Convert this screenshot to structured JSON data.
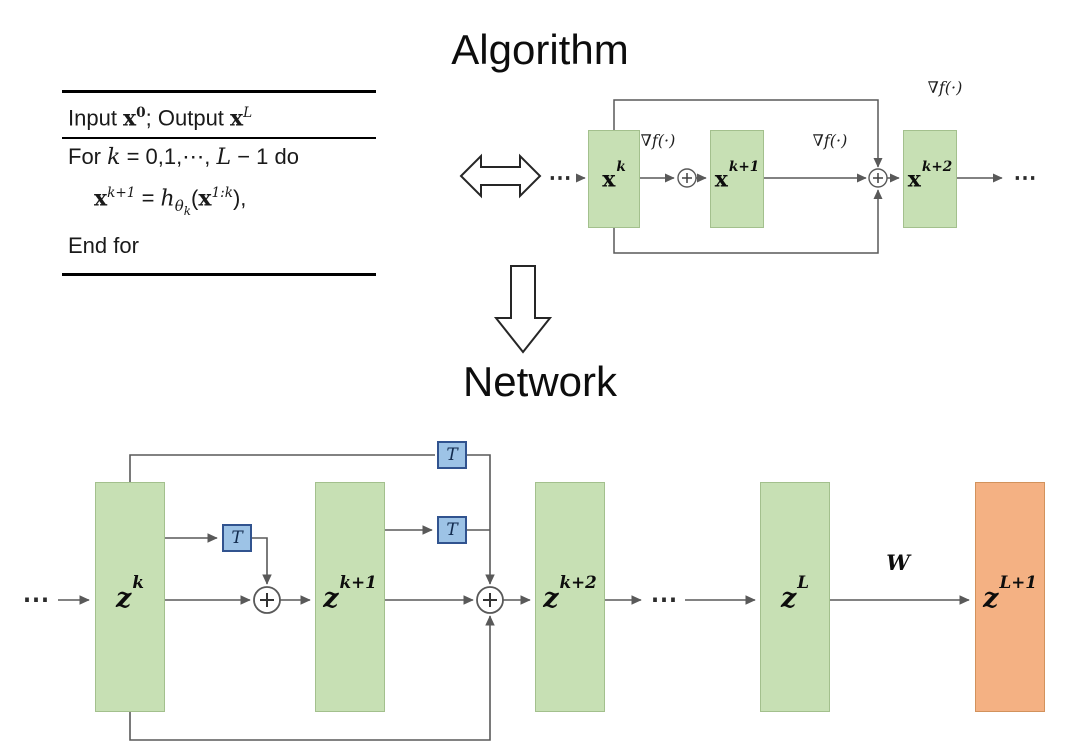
{
  "titles": {
    "algorithm": "Algorithm",
    "network": "Network"
  },
  "pseudocode": {
    "l1": {
      "a": "Input ",
      "v1": "x",
      "s1": "0",
      "b": "; Output ",
      "v2": "x",
      "s2": "L"
    },
    "l2": {
      "a": "For ",
      "k": "k",
      "b": " = 0,1,⋯, ",
      "L": "L",
      "c": " − 1 do"
    },
    "l3": {
      "v": "x",
      "s": "k+1",
      "eq": " = ",
      "h": "h",
      "th": "θ",
      "thk": "k",
      "p1": "(",
      "v2": "x",
      "s2": "1:k",
      "p2": "),"
    },
    "l4": "End for"
  },
  "algorithm_diagram": {
    "dots_left": "⋯",
    "dots_right": "⋯",
    "grad_labels": [
      "∇f(·)",
      "∇f(·)",
      "∇f(·)"
    ],
    "nodes": [
      {
        "base": "x",
        "sup": "k"
      },
      {
        "base": "x",
        "sup": "k+1"
      },
      {
        "base": "x",
        "sup": "k+2"
      }
    ]
  },
  "network_diagram": {
    "dots_left": "⋯",
    "dots_mid": "⋯",
    "t_labels": [
      "T",
      "T",
      "T"
    ],
    "w_label": "W",
    "nodes": [
      {
        "base": "z",
        "sup": "k"
      },
      {
        "base": "z",
        "sup": "k+1"
      },
      {
        "base": "z",
        "sup": "k+2"
      },
      {
        "base": "z",
        "sup": "L"
      },
      {
        "base": "z",
        "sup": "L+1"
      }
    ]
  },
  "colors": {
    "green": "#c7e0b4",
    "green_border": "#a3c08d",
    "blue_fill": "#9dc3e6",
    "blue_border": "#31538f",
    "orange": "#f4b183",
    "orange_border": "#d2925c",
    "line": "#595959",
    "shape_outline": "#262626"
  }
}
